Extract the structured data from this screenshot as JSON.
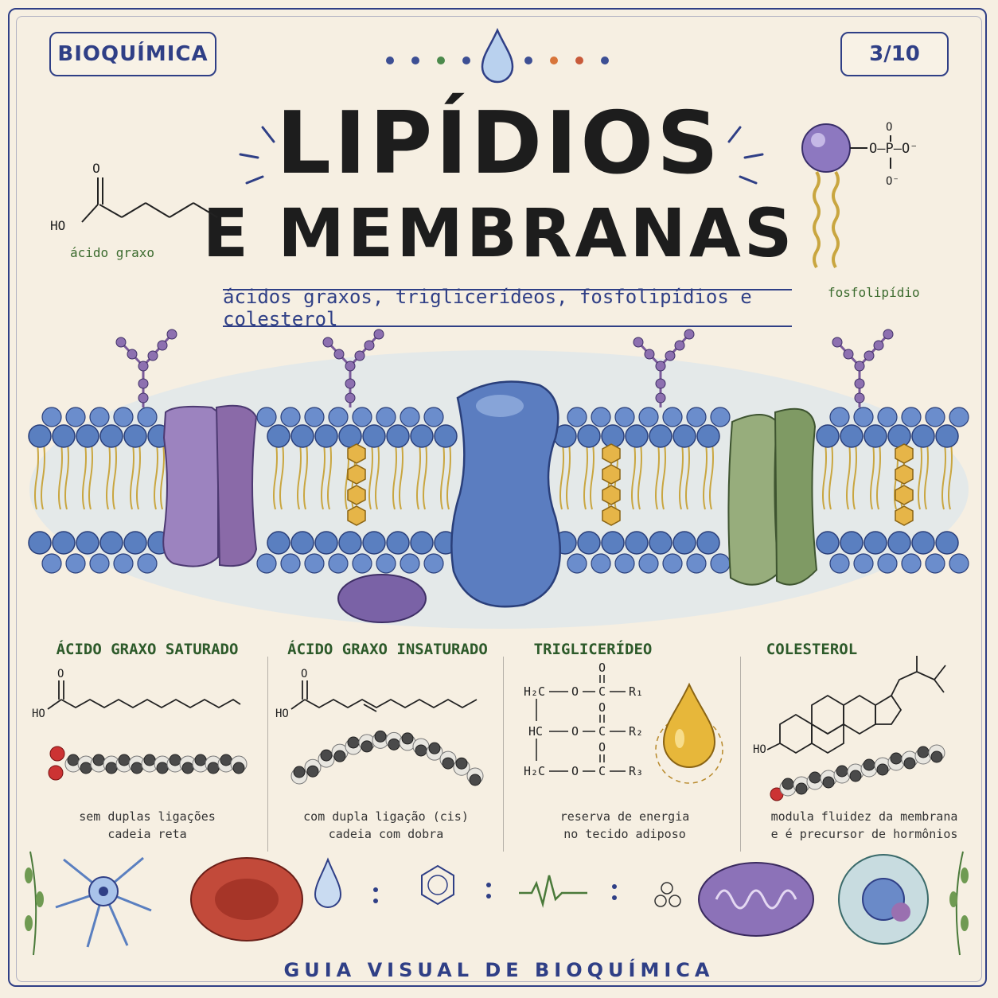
{
  "header": {
    "category_badge": "BIOQUÍMICA",
    "page_counter": "3/10"
  },
  "title": {
    "line1": "LIPÍDIOS",
    "line2": "E MEMBRANAS",
    "subtitle": "ácidos graxos, triglicerídeos, fosfolipídios e colesterol"
  },
  "side_captions": {
    "fatty_acid": "ácido graxo",
    "phospholipid": "fosfolipídio",
    "ho_label": "HO",
    "o_label": "O"
  },
  "sections": [
    {
      "title": "ÁCIDO GRAXO SATURADO",
      "desc_line1": "sem duplas ligações",
      "desc_line2": "cadeia reta"
    },
    {
      "title": "ÁCIDO GRAXO INSATURADO",
      "desc_line1": "com dupla ligação (cis)",
      "desc_line2": "cadeia com dobra"
    },
    {
      "title": "TRIGLICERÍDEO",
      "desc_line1": "reserva de energia",
      "desc_line2": "no tecido adiposo"
    },
    {
      "title": "COLESTEROL",
      "desc_line1": "modula fluidez da membrana",
      "desc_line2": "e é precursor de hormônios"
    }
  ],
  "triglyceride_formula": {
    "row1_left": "H₂C",
    "row2_left": "HC",
    "row3_left": "H₂C",
    "r1": "R₁",
    "r2": "R₂",
    "r3": "R₃"
  },
  "footer": {
    "text": "GUIA VISUAL DE BIOQUÍMICA"
  },
  "colors": {
    "accent_navy": "#2f3f86",
    "head_blue": "#5a7fc0",
    "tail_gold": "#c9a640",
    "protein_purple": "#8a6aa8",
    "protein_blue": "#5b7dc0",
    "protein_green": "#7f9a64",
    "glycan_purple": "#7a5a9a"
  }
}
